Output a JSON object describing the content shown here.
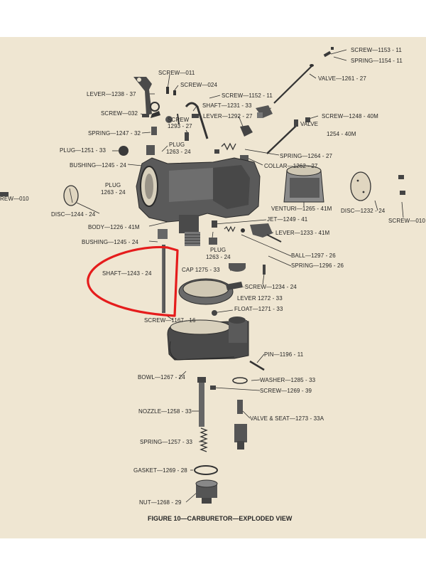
{
  "caption": "FIGURE 10—CARBURETOR—EXPLODED VIEW",
  "annotation": {
    "color": "#e51c1c"
  },
  "labels": {
    "screw_1153": "SCREW—1153 - 11",
    "spring_1154": "SPRING—1154 - 11",
    "valve_1261": "VALVE—1261 - 27",
    "screw_011": "SCREW—011",
    "lever_1238": "LEVER—1238 - 37",
    "screw_024": "SCREW—024",
    "screw_1152": "SCREW—1152 - 11",
    "shaft_1231": "SHAFT—1231 - 33",
    "screw_032": "SCREW—032",
    "lever_1292": "LEVER—1292 - 27",
    "screw_1248": "SCREW—1248 - 40M",
    "screw_1293_a": "SCREW",
    "screw_1293_b": "1293 - 27",
    "valve_1254_a": "VALVE",
    "valve_1254_b": "1254 - 40M",
    "spring_1247": "SPRING—1247 - 32",
    "plug_1263_top_a": "PLUG",
    "plug_1263_top_b": "1263 - 24",
    "plug_1251": "PLUG—1251 - 33",
    "spring_1264": "SPRING—1264 - 27",
    "bushing_1245_top": "BUSHING—1245 - 24",
    "collar_1262": "COLLAR—1262 - 27",
    "plug_1263_left_a": "PLUG",
    "plug_1263_left_b": "1263 - 24",
    "screw_010_left": "REW—010",
    "disc_1244": "DISC—1244 - 24",
    "venturi_1265": "VENTURI—1265 - 41M",
    "disc_1232": "DISC—1232 - 24",
    "jet_1249": "JET—1249 - 41",
    "screw_010_right": "SCREW—010",
    "body_1226": "BODY—1226 - 41M",
    "lever_1233": "LEVER—1233 - 41M",
    "bushing_1245_bottom": "BUSHING—1245 - 24",
    "plug_1263_bottom_a": "PLUG",
    "plug_1263_bottom_b": "1263 - 24",
    "ball_1297": "BALL—1297 - 26",
    "spring_1296": "SPRING—1296 - 26",
    "cap_1275": "CAP    1275 - 33",
    "shaft_1243": "SHAFT—1243 - 24",
    "screw_1234": "·SCREW—1234 - 24",
    "lever_1272": "LEVER    1272 - 33",
    "float_1271": "FLOAT—1271 - 33",
    "screw_1167": "SCREW—1167 - 16",
    "pin_1196": "PIN—1196 - 11",
    "bowl_1267": "BOWL—1267 - 24",
    "washer_1285": "WASHER—1285 - 33",
    "screw_1269": "SCREW—1269 - 39",
    "nozzle_1258": "NOZZLE—1258 - 33",
    "valve_seat_1273": "VALVE & SEAT—1273 - 33A",
    "spring_1257": "SPRING—1257 - 33",
    "gasket_1269": "GASKET—1269 - 28",
    "nut_1268": "NUT—1268 - 29"
  }
}
